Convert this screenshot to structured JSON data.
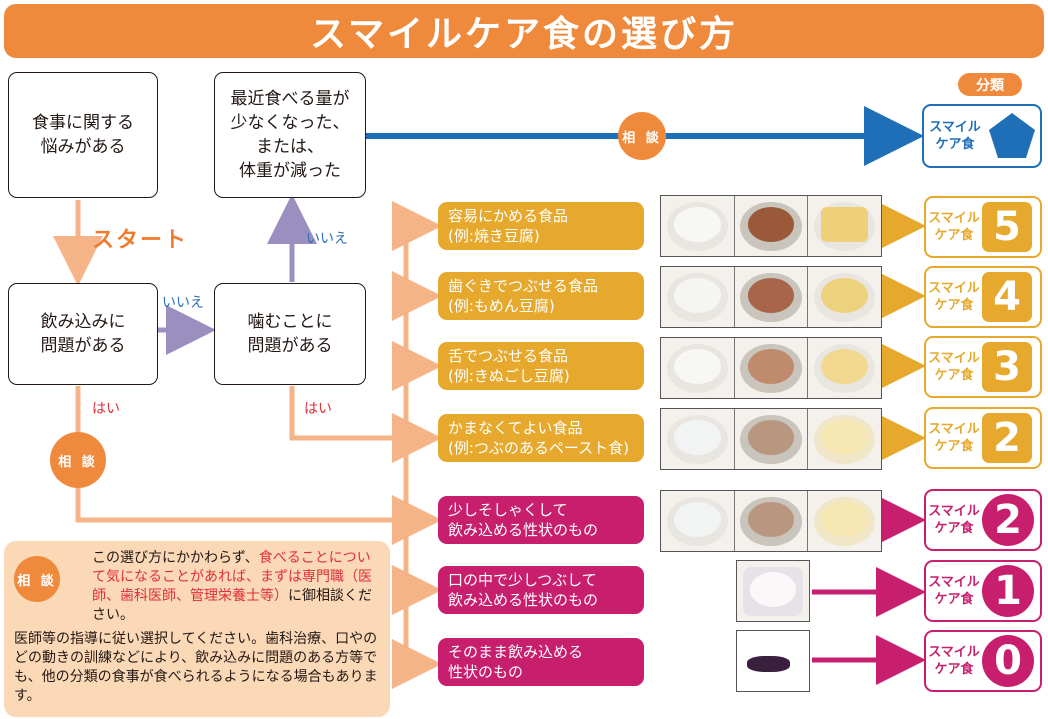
{
  "title": "スマイルケア食の選び方",
  "start_label": "スタート",
  "questions": {
    "q1": "食事に関する\n悩みがある",
    "q2": "最近食べる量が\n少なくなった、\nまたは、\n体重が減った",
    "q3": "飲み込みに\n問題がある",
    "q4": "噛むことに\n問題がある"
  },
  "edge_labels": {
    "no": "いいえ",
    "yes": "はい"
  },
  "consult": "相 談",
  "category_tag": "分類",
  "badge_title": "スマイル\nケア食",
  "yellow_foods": [
    {
      "label": "容易にかめる食品\n(例:焼き豆腐)",
      "code": "5"
    },
    {
      "label": "歯ぐきでつぶせる食品\n(例:もめん豆腐)",
      "code": "4"
    },
    {
      "label": "舌でつぶせる食品\n(例:きぬごし豆腐)",
      "code": "3"
    },
    {
      "label": "かまなくてよい食品\n(例:つぶのあるペースト食)",
      "code": "2"
    }
  ],
  "magenta_foods": [
    {
      "label": "少しそしゃくして\n飲み込める性状のもの",
      "code": "2"
    },
    {
      "label": "口の中で少しつぶして\n飲み込める性状のもの",
      "code": "1"
    },
    {
      "label": "そのまま飲み込める\n性状のもの",
      "code": "0"
    }
  ],
  "note": {
    "p1_a": "この選び方にかかわらず、",
    "p1_b": "食べることについて気になることがあれば、まずは専門職（医師、歯科医師、管理栄養士等）",
    "p1_c": "に御相談ください。",
    "p2": "医師等の指導に従い選択してください。歯科治療、口やのどの動きの訓練などにより、飲み込みに問題のある方等でも、他の分類の食事が食べられるようになる場合もあります。"
  },
  "colors": {
    "orange": "#ef8a3c",
    "yellow": "#e6a92d",
    "magenta": "#c71f6d",
    "blue": "#1f6fb8",
    "purple": "#9b8fc0",
    "peach": "#f4b487"
  }
}
